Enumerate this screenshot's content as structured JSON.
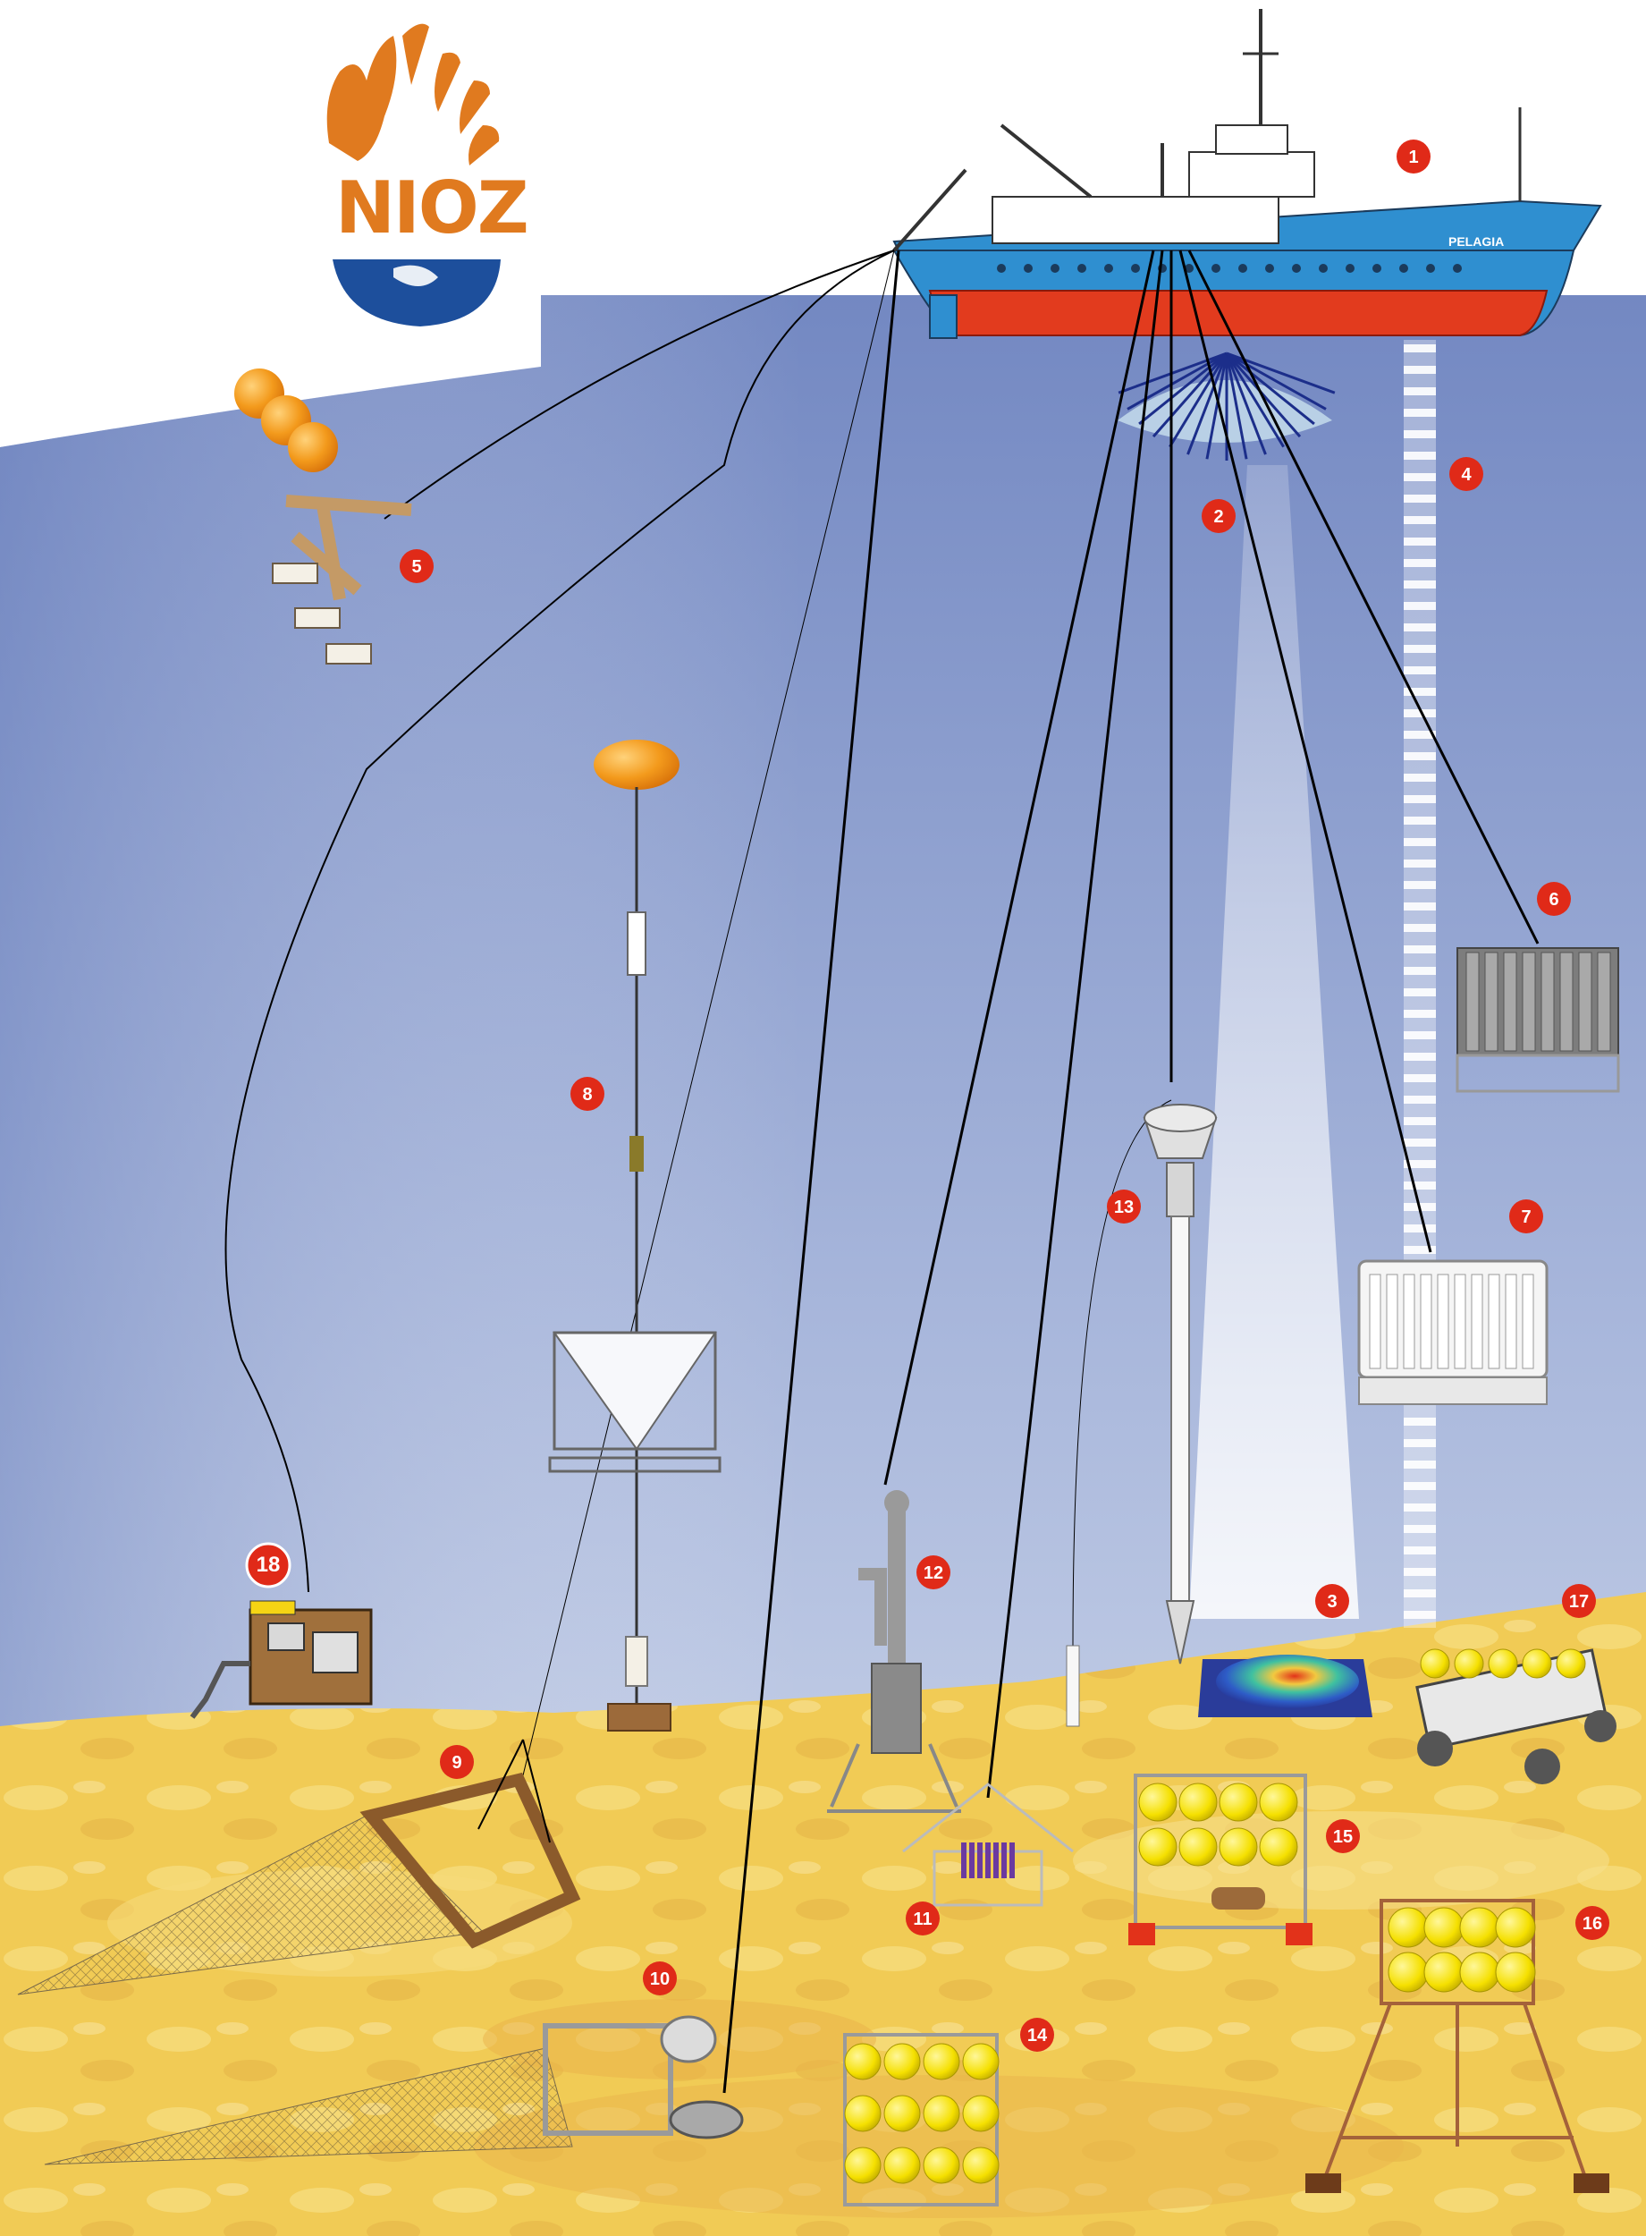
{
  "logo": {
    "text": "NIOZ",
    "colors": {
      "orange": "#e07a1f",
      "blue": "#1d4f9c"
    }
  },
  "ship": {
    "hull_name": "PELAGIA",
    "colors": {
      "hull_top": "#2f8fd0",
      "hull_bottom": "#e23b1e",
      "superstructure": "#ffffff"
    }
  },
  "environment": {
    "water_top": "#7c95c9",
    "water_bottom": "#d4ddee",
    "seafloor": "#f0c84a",
    "seafloor_dark": "#e2a93a"
  },
  "badges": [
    {
      "id": "1",
      "label": "1",
      "color": "#e02a18"
    },
    {
      "id": "2",
      "label": "2",
      "color": "#e02a18"
    },
    {
      "id": "3",
      "label": "3",
      "color": "#e02a18"
    },
    {
      "id": "4",
      "label": "4",
      "color": "#e02a18"
    },
    {
      "id": "5",
      "label": "5",
      "color": "#e02a18"
    },
    {
      "id": "6",
      "label": "6",
      "color": "#e02a18"
    },
    {
      "id": "7",
      "label": "7",
      "color": "#e02a18"
    },
    {
      "id": "8",
      "label": "8",
      "color": "#e02a18"
    },
    {
      "id": "9",
      "label": "9",
      "color": "#e02a18"
    },
    {
      "id": "10",
      "label": "10",
      "color": "#e02a18"
    },
    {
      "id": "11",
      "label": "11",
      "color": "#e02a18"
    },
    {
      "id": "12",
      "label": "12",
      "color": "#e02a18"
    },
    {
      "id": "13",
      "label": "13",
      "color": "#e02a18"
    },
    {
      "id": "14",
      "label": "14",
      "color": "#e02a18"
    },
    {
      "id": "15",
      "label": "15",
      "color": "#e02a18"
    },
    {
      "id": "16",
      "label": "16",
      "color": "#e02a18"
    },
    {
      "id": "17",
      "label": "17",
      "color": "#e02a18"
    },
    {
      "id": "18",
      "label": "18",
      "color": "#e02a18"
    }
  ]
}
